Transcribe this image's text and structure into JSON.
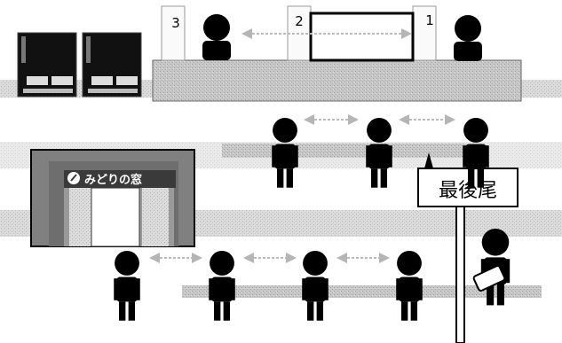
{
  "counter": {
    "windows": [
      {
        "number": "3"
      },
      {
        "number": "2"
      },
      {
        "number": "1"
      }
    ]
  },
  "office_sign": {
    "name": "みどりの窓"
  },
  "last_sign": {
    "text": "最後尾"
  },
  "colors": {
    "figure": "#000000",
    "floor": "#bdbdbd",
    "counter": "#b3b3b3",
    "office_outer": "#808080",
    "office_inner": "#ffffff",
    "sign_bg": "#3a3a3a",
    "arrow": "#bbbbbb"
  }
}
